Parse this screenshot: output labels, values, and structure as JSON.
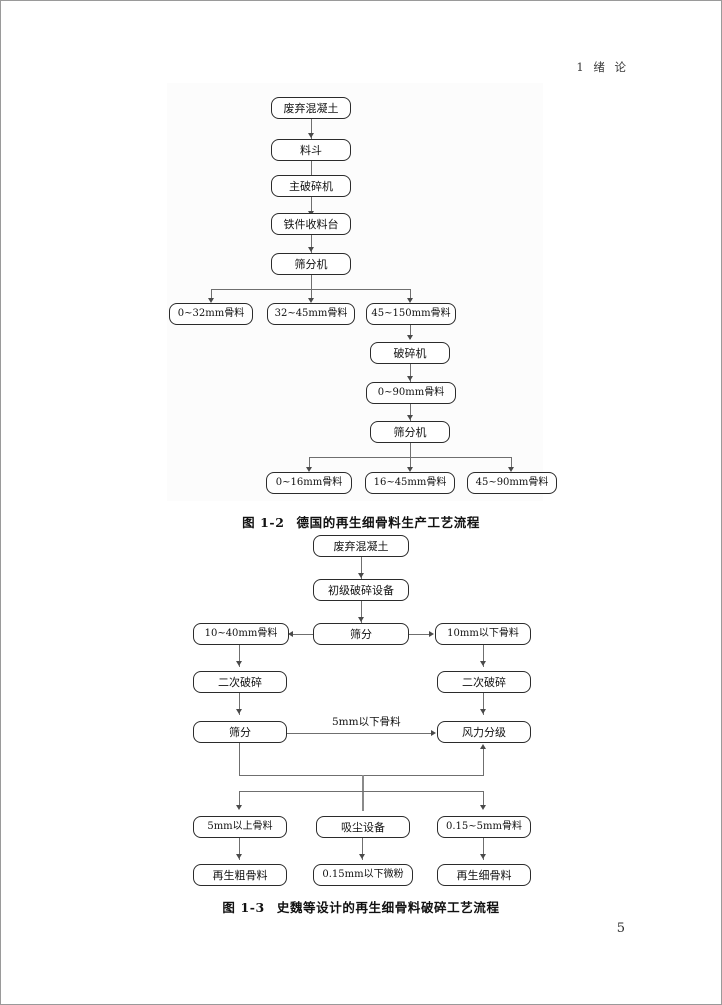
{
  "page": {
    "running_header": "1  绪   论",
    "folio": "5"
  },
  "figure1": {
    "caption_number": "图 1-2",
    "caption_text": "德国的再生细骨料生产工艺流程",
    "nodes": {
      "waste_concrete": "废弃混凝土",
      "hopper": "料斗",
      "main_crusher": "主破碎机",
      "iron_platform": "铁件收料台",
      "screen1": "筛分机",
      "agg_0_32": "0~32mm骨料",
      "agg_32_45": "32~45mm骨料",
      "agg_45_150": "45~150mm骨料",
      "crusher": "破碎机",
      "agg_0_90": "0~90mm骨料",
      "screen2": "筛分机",
      "agg_0_16": "0~16mm骨料",
      "agg_16_45": "16~45mm骨料",
      "agg_45_90": "45~90mm骨料"
    }
  },
  "figure2": {
    "caption_number": "图 1-3",
    "caption_text": "史魏等设计的再生细骨料破碎工艺流程",
    "nodes": {
      "waste_concrete": "废弃混凝土",
      "primary_crusher": "初级破碎设备",
      "screening1": "筛分",
      "agg_10_40": "10~40mm骨料",
      "agg_under_10": "10mm以下骨料",
      "secondary_crush_left": "二次破碎",
      "secondary_crush_right": "二次破碎",
      "screening2": "筛分",
      "air_classify": "风力分级",
      "agg_over_5": "5mm以上骨料",
      "dust_collector": "吸尘设备",
      "agg_015_5": "0.15~5mm骨料",
      "recycled_coarse": "再生粗骨料",
      "powder_under_015": "0.15mm以下微粉",
      "recycled_fine": "再生细骨料"
    },
    "edge_labels": {
      "under_5mm": "5mm以下骨料"
    }
  }
}
